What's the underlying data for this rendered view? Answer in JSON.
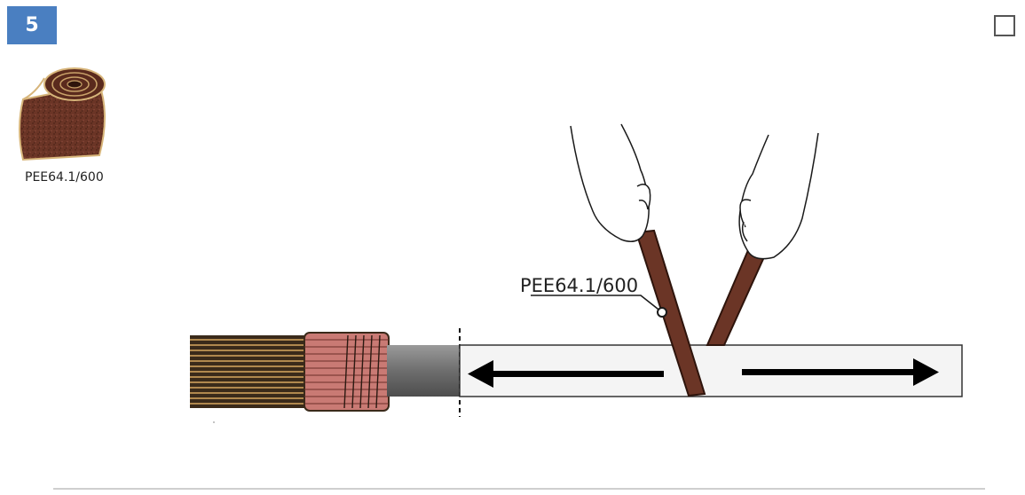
{
  "step": {
    "number": "5"
  },
  "checkbox": {
    "checked": false
  },
  "product": {
    "caption": "PEE64.1/600"
  },
  "illustration": {
    "tape_label": "PEE64.1/600"
  },
  "colors": {
    "badge": "#4a7fc1",
    "tape": "#6b3526",
    "tape_dark": "#3d1b12",
    "cable_sheath": "#7f7f7f",
    "pipe": "#f4f4f4",
    "copper": "#c97a74"
  },
  "icons": [
    "tape-roll-icon",
    "hand-icon",
    "arrow-left-icon",
    "arrow-right-icon"
  ]
}
